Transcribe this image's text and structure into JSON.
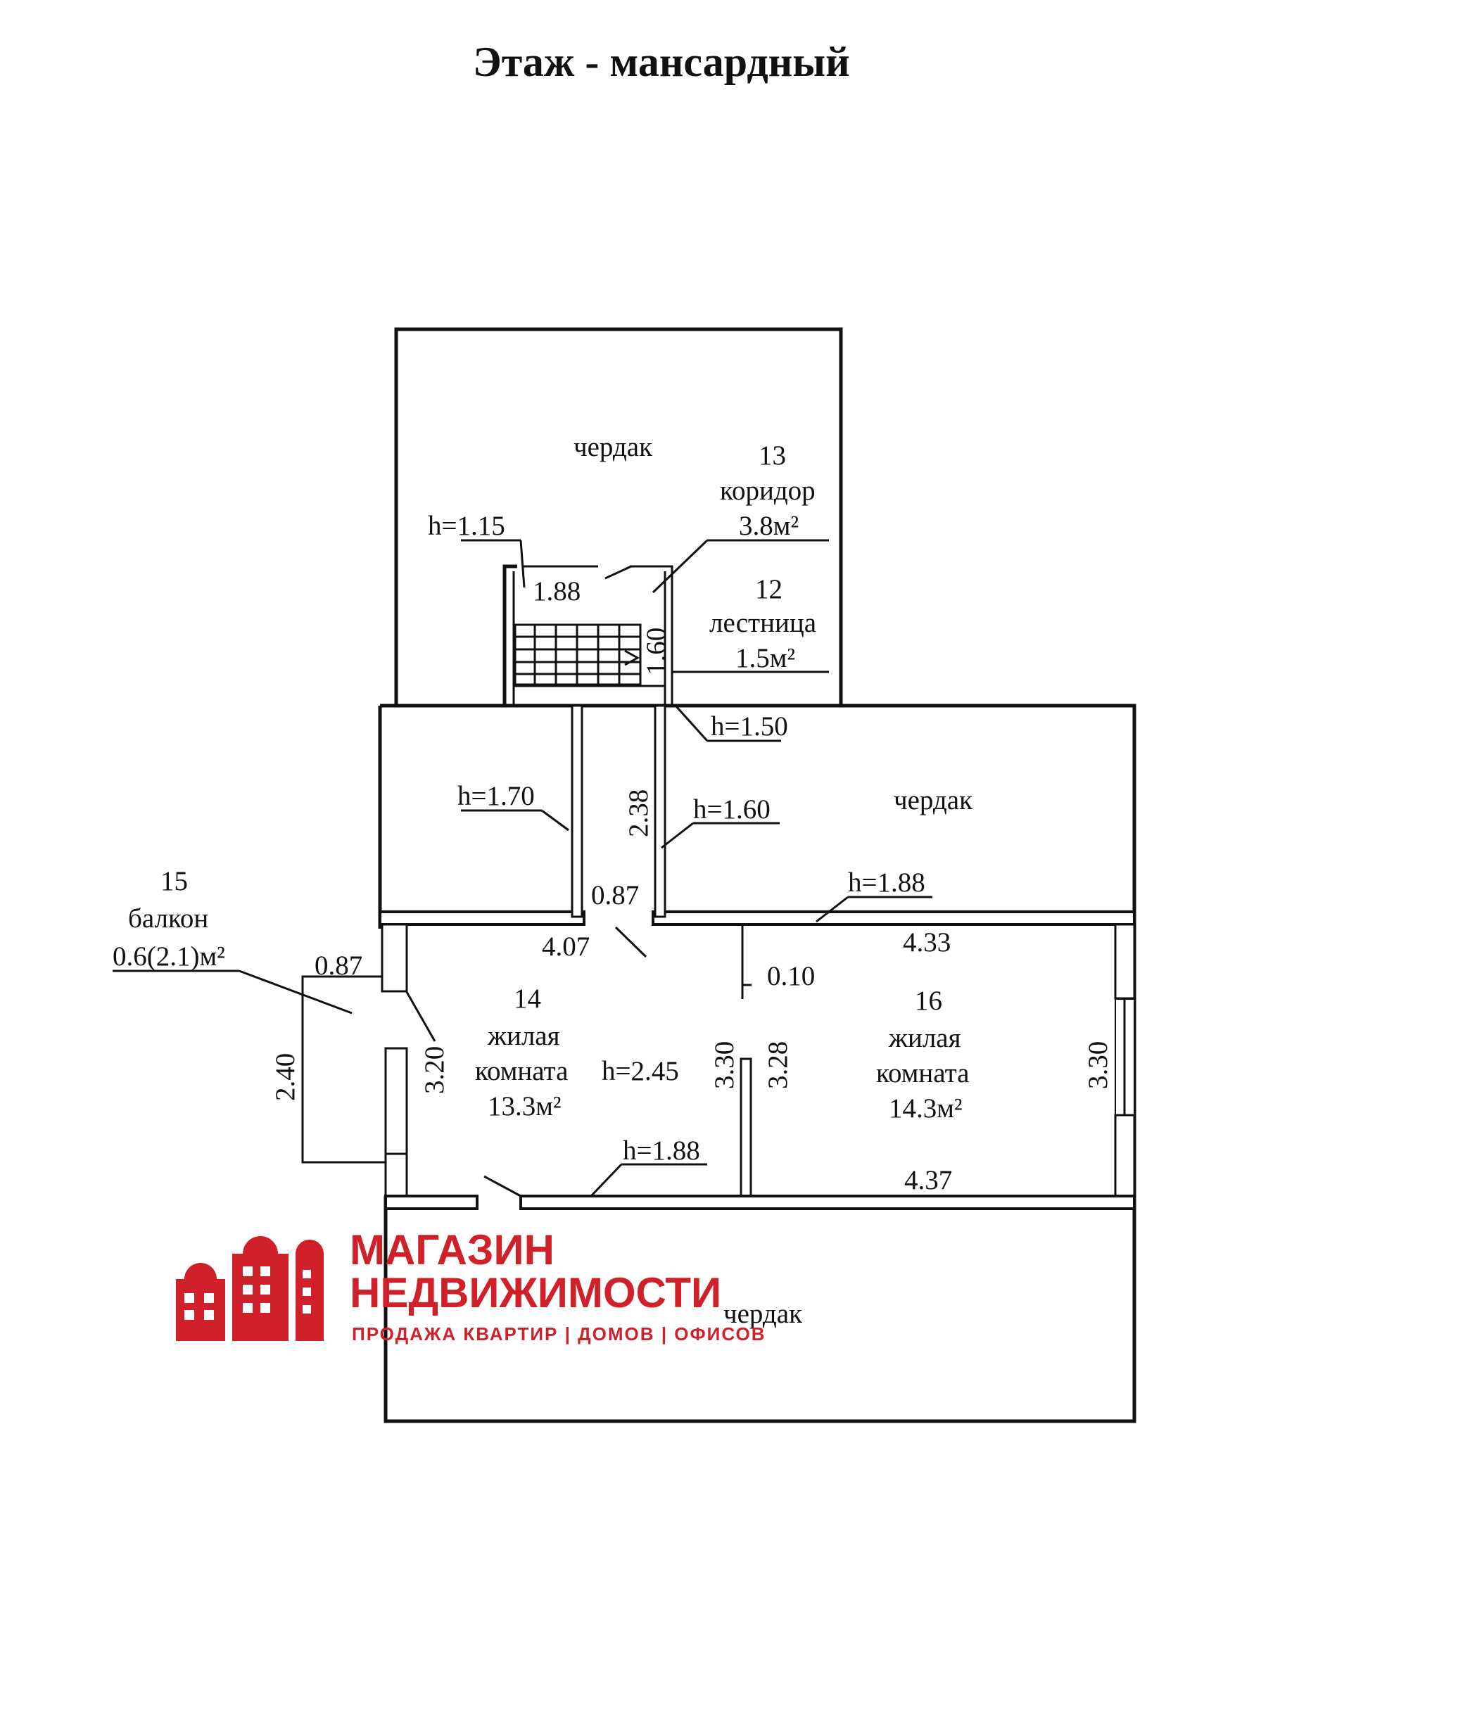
{
  "title": "Этаж  - мансардный",
  "rooms": {
    "attic_top": "чердак",
    "corridor": {
      "number": "13",
      "name": "коридор",
      "area": "3.8м²"
    },
    "stairs": {
      "number": "12",
      "name": "лестница",
      "area": "1.5м²"
    },
    "attic_right": "чердак",
    "balcony": {
      "number": "15",
      "name": "балкон",
      "area": "0.6(2.1)м²"
    },
    "room14": {
      "number": "14",
      "name1": "жилая",
      "name2": "комната",
      "area": "13.3м²"
    },
    "room16": {
      "number": "16",
      "name1": "жилая",
      "name2": "комната",
      "area": "14.3м²"
    },
    "attic_bottom": "чердак"
  },
  "heights": {
    "h115": "h=1.15",
    "h150": "h=1.50",
    "h170": "h=1.70",
    "h160": "h=1.60",
    "h188_right": "h=1.88",
    "h245": "h=2.45",
    "h188_bottom": "h=1.88"
  },
  "dimensions": {
    "d188": "1.88",
    "d160v": "1.60",
    "d238": "2.38",
    "d087_hall": "0.87",
    "d407": "4.07",
    "d433": "4.33",
    "d010": "0.10",
    "d087_balcony": "0.87",
    "d240": "2.40",
    "d320": "3.20",
    "d330_left": "3.30",
    "d328": "3.28",
    "d330_right": "3.30",
    "d437": "4.37"
  },
  "logo": {
    "line1": "МАГАЗИН",
    "line2": "НЕДВИЖИМОСТИ",
    "tagline": "ПРОДАЖА КВАРТИР | ДОМОВ | ОФИСОВ",
    "color": "#d0202a"
  }
}
